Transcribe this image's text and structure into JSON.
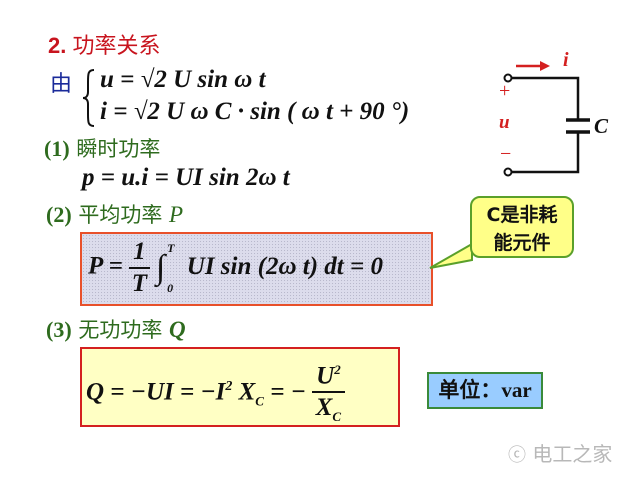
{
  "title": {
    "number": "2.",
    "text": "功率关系"
  },
  "given": {
    "label": "由",
    "u_eq": "u = √2 U sin ω t",
    "i_eq": "i = √2 U ω C · sin ( ω t + 90 °)"
  },
  "section1": {
    "num": "(1)",
    "label": "瞬时功率",
    "formula": "p = u.i = UI sin 2ω t"
  },
  "section2": {
    "num": "(2)",
    "label": "平均功率",
    "symbol": "P",
    "formula": {
      "lhs": "P =",
      "num": "1",
      "den": "T",
      "integral": "∫",
      "upper": "T",
      "lower": "0",
      "body": "UI sin (2ω t) dt = 0"
    }
  },
  "section3": {
    "num": "(3)",
    "label": "无功功率",
    "symbol": "Q",
    "formula": {
      "lhs": "Q = −UI = −I",
      "sq": "2",
      "x": "X",
      "sub": "C",
      "mid": "= −",
      "num": "U",
      "num_sq": "2",
      "den": "X",
      "den_sub": "C"
    }
  },
  "unit_box": "单位：var",
  "callout": {
    "line1": "C是非耗",
    "line2": "能元件"
  },
  "circuit": {
    "current": "i",
    "plus": "+",
    "voltage": "u",
    "minus": "−",
    "capacitor": "C"
  },
  "watermark": "电工之家",
  "colors": {
    "title": "#c8141e",
    "section": "#2e6b1e",
    "box_border": "#d42020",
    "callout_bg": "#ffff88",
    "unit_bg": "#99ccff"
  }
}
